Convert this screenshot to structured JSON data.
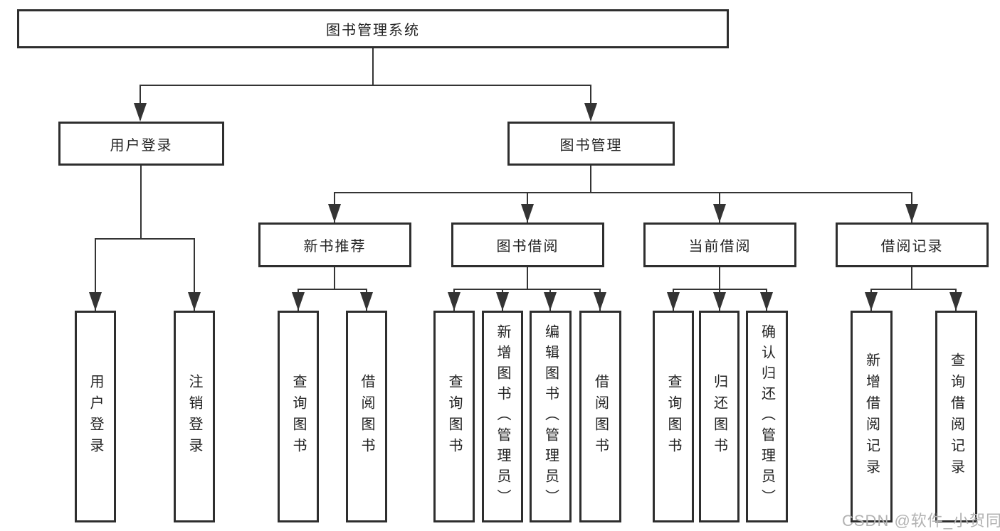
{
  "diagram": {
    "nodes": {
      "root": "图书管理系统",
      "user_login": "用户登录",
      "book_management": "图书管理",
      "new_book_recommend": "新书推荐",
      "book_borrow": "图书借阅",
      "current_borrow": "当前借阅",
      "borrow_record": "借阅记录",
      "ul_user_login": "用户登录",
      "ul_logout": "注销登录",
      "nb_query_book": "查询图书",
      "nb_borrow_book": "借阅图书",
      "bb_query_book": "查询图书",
      "bb_add_book": "新增图书（管理员）",
      "bb_edit_book": "编辑图书（管理员）",
      "bb_borrow_book": "借阅图书",
      "cb_query_book": "查询图书",
      "cb_return_book": "归还图书",
      "cb_confirm_return": "确认归还（管理员）",
      "br_add_record": "新增借阅记录",
      "br_query_record": "查询借阅记录"
    },
    "colors": {
      "line": "#343434",
      "border": "#2e2e2e",
      "text": "#232323",
      "watermark": "#b2b2b2",
      "background": "#ffffff"
    }
  },
  "watermark": "CSDN @软件_小贺同学"
}
